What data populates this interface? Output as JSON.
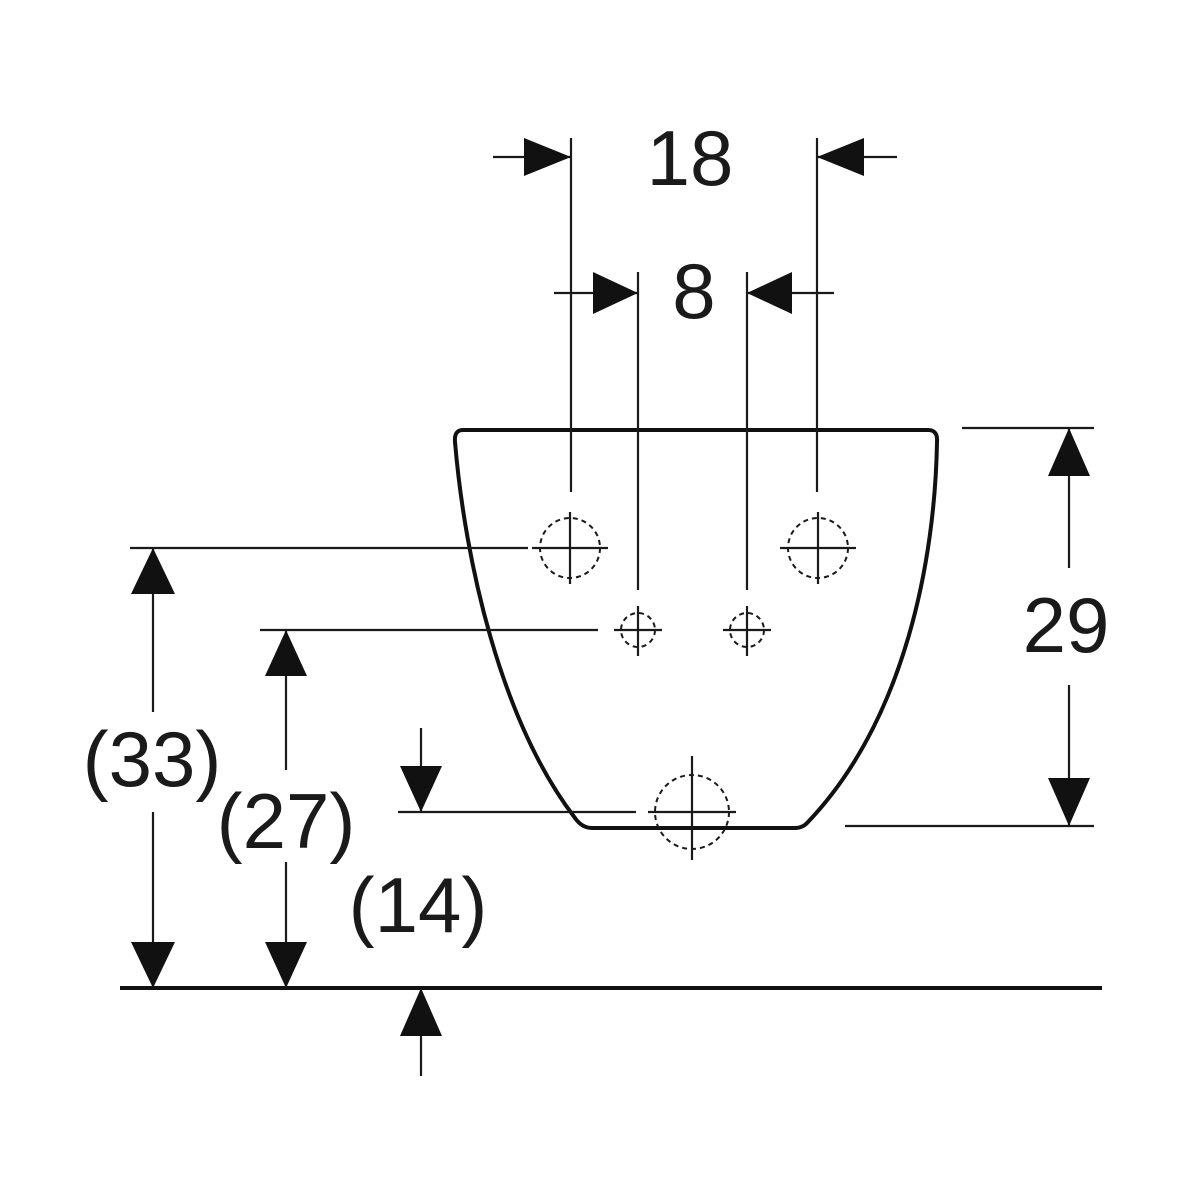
{
  "dimensions": {
    "width_outer": "18",
    "width_inner": "8",
    "height_right": "29",
    "height_outer_left": "(33)",
    "height_mid_left": "(27)",
    "height_inner_left": "(14)"
  },
  "colors": {
    "line": "#1a1a1a",
    "background": "#ffffff"
  }
}
